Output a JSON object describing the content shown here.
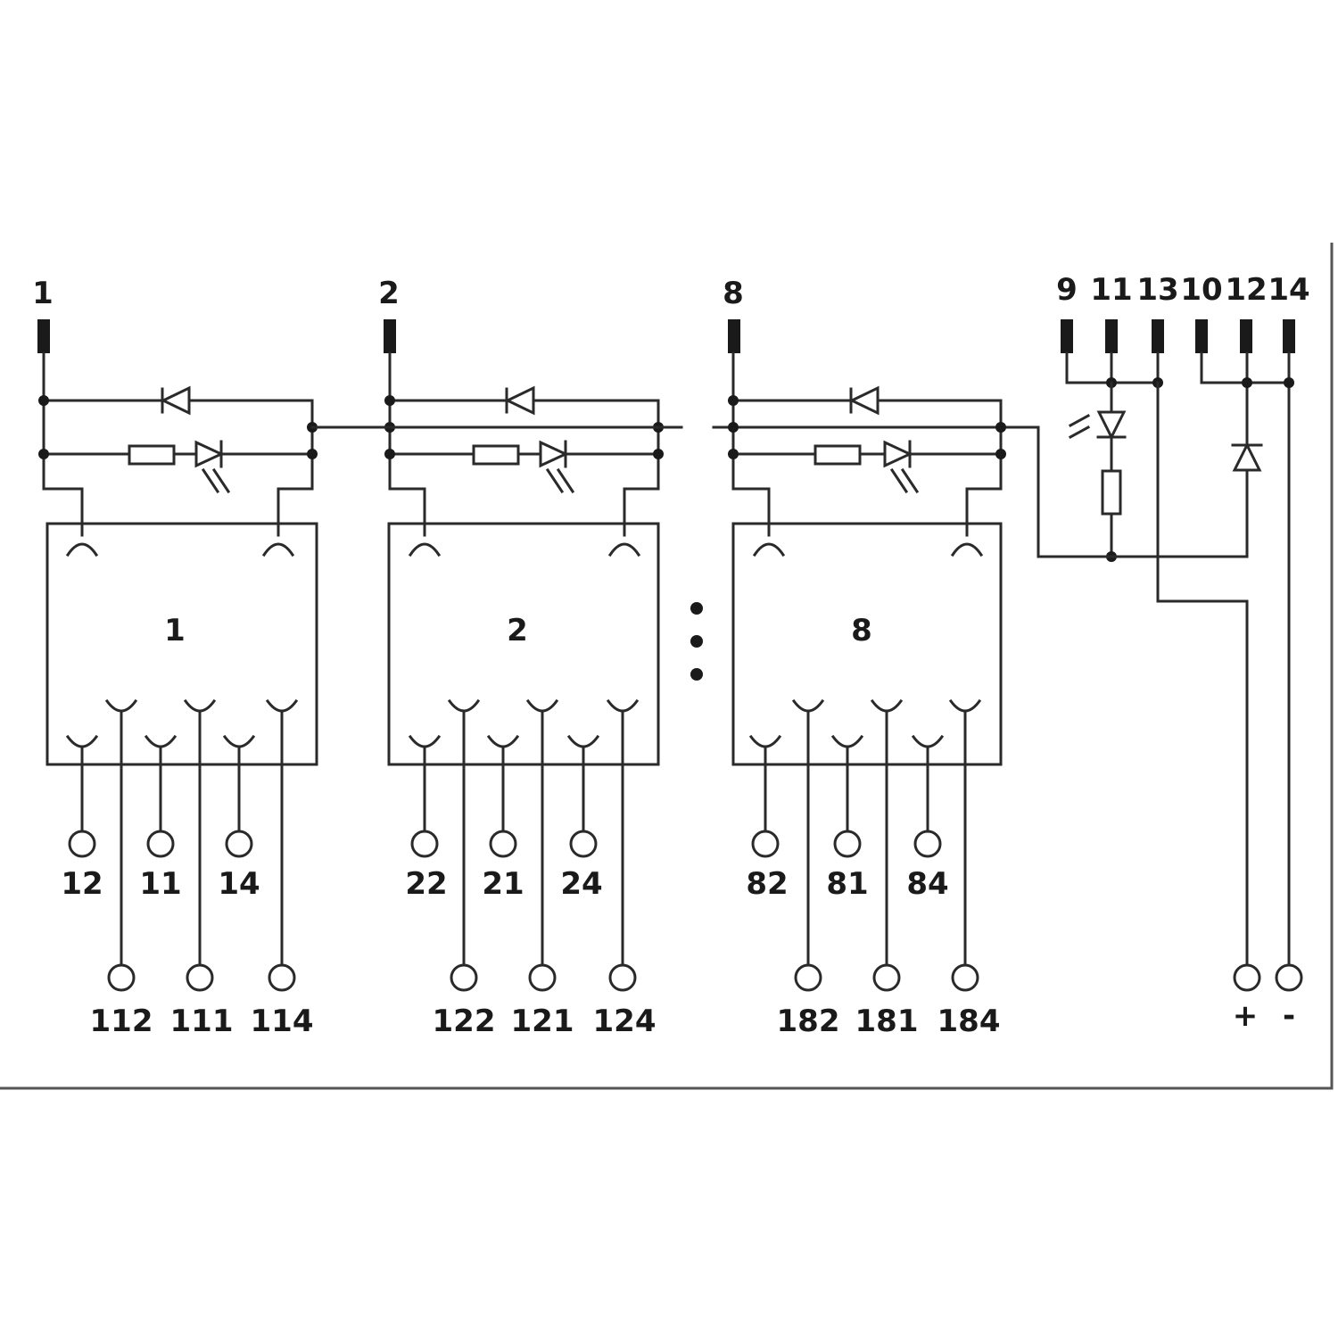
{
  "channels": [
    {
      "input_label": "1",
      "relay_label": "1",
      "upper_terminals": [
        "12",
        "11",
        "14"
      ],
      "lower_terminals": [
        "112",
        "111",
        "114"
      ]
    },
    {
      "input_label": "2",
      "relay_label": "2",
      "upper_terminals": [
        "22",
        "21",
        "24"
      ],
      "lower_terminals": [
        "122",
        "121",
        "124"
      ]
    },
    {
      "input_label": "8",
      "relay_label": "8",
      "upper_terminals": [
        "82",
        "81",
        "84"
      ],
      "lower_terminals": [
        "182",
        "181",
        "184"
      ]
    }
  ],
  "supply_pins": [
    "9",
    "11",
    "13",
    "10",
    "12",
    "14"
  ],
  "supply_terminals": [
    "+",
    "-"
  ]
}
